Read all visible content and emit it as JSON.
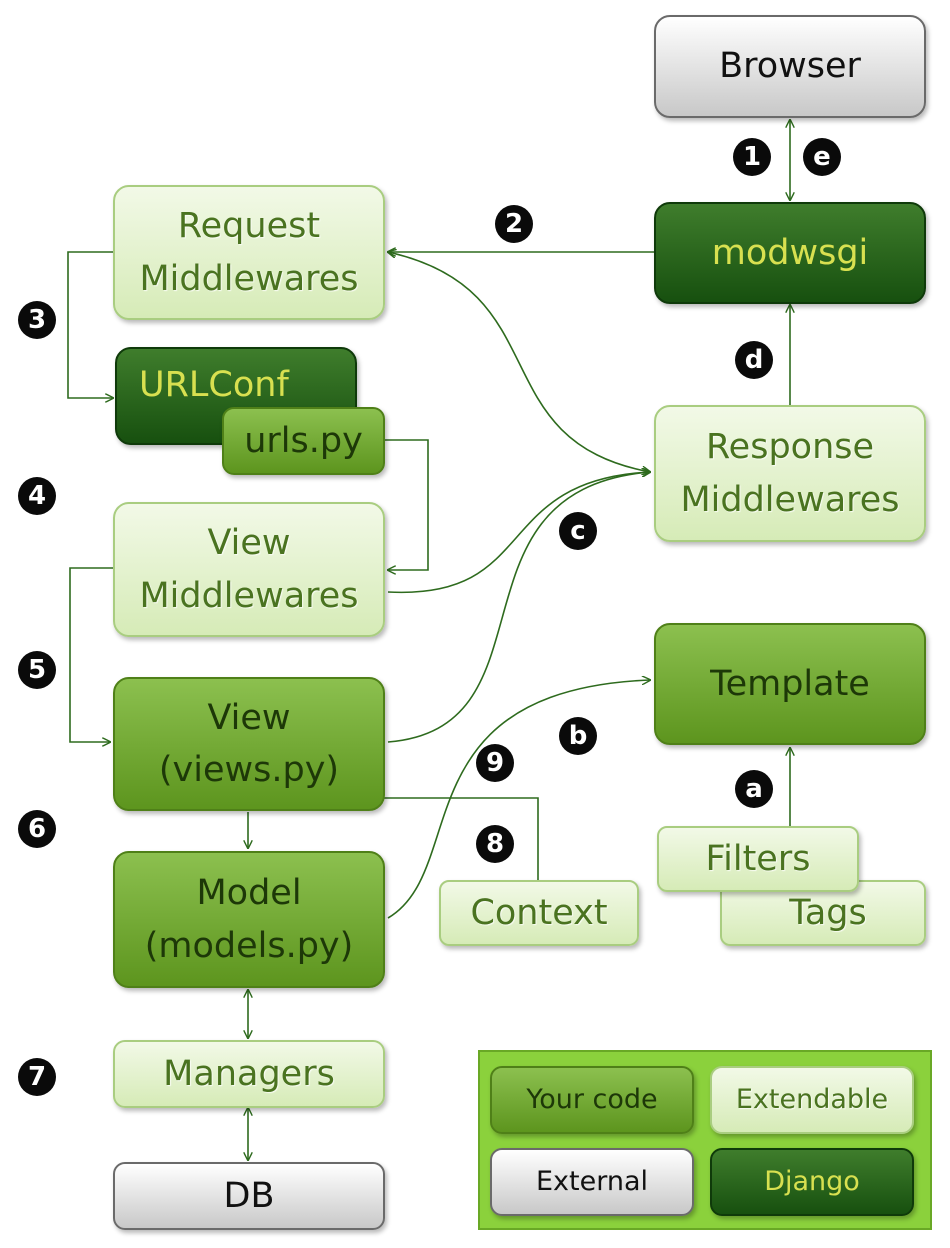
{
  "boxes": {
    "browser": "Browser",
    "modwsgi": "modwsgi",
    "request_mw": [
      "Request",
      "Middlewares"
    ],
    "urlconf": "URLConf",
    "urls_py": "urls.py",
    "response_mw": [
      "Response",
      "Middlewares"
    ],
    "view_mw": [
      "View",
      "Middlewares"
    ],
    "template": "Template",
    "view": [
      "View",
      "(views.py)"
    ],
    "model": [
      "Model",
      "(models.py)"
    ],
    "context": "Context",
    "filters": "Filters",
    "tags": "Tags",
    "managers": "Managers",
    "db": "DB"
  },
  "badges": {
    "n1": "1",
    "ne": "e",
    "n2": "2",
    "n3": "3",
    "nd": "d",
    "n4": "4",
    "nc": "c",
    "n5": "5",
    "nb": "b",
    "n9": "9",
    "n6": "6",
    "na": "a",
    "n8": "8",
    "n7": "7"
  },
  "legend": {
    "your_code": "Your code",
    "extendable": "Extendable",
    "external": "External",
    "django": "Django"
  },
  "colors": {
    "edge": "#2e6b1e",
    "your_code": "#74ab35",
    "extendable": "#e4f2cf",
    "external": "#e6e6e6",
    "django": "#2c6a1f",
    "legend_bg": "#8bd13c"
  }
}
